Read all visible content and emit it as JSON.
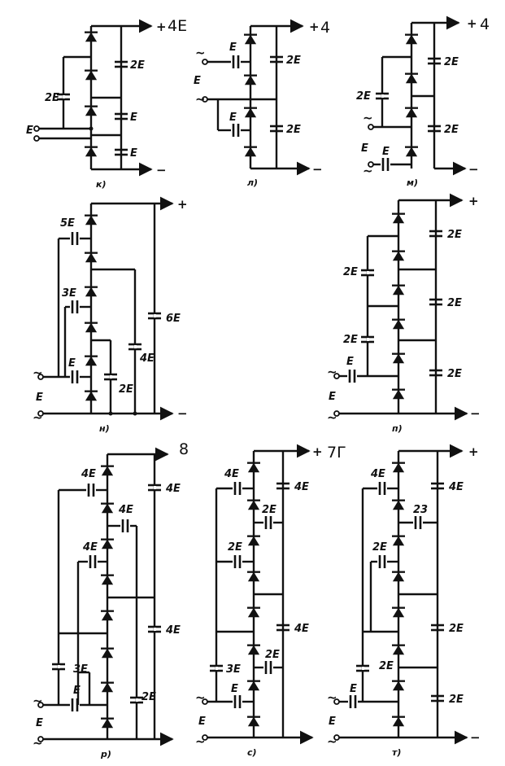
{
  "figure": {
    "plus": "+",
    "minus": "−",
    "ac": "~",
    "source": "E",
    "panels": {
      "k": {
        "caption": "к)",
        "out": "4Е",
        "caps": [
          "2E",
          "2E",
          "E",
          "E"
        ]
      },
      "l": {
        "caption": "л)",
        "out": "4",
        "caps": [
          "E",
          "2E",
          "E",
          "2E"
        ]
      },
      "m": {
        "caption": "м)",
        "out": "4",
        "caps": [
          "2E",
          "2E",
          "E",
          "2E"
        ]
      },
      "n": {
        "caption": "н)",
        "out": "",
        "caps": [
          "5E",
          "3E",
          "E",
          "6E",
          "4E",
          "2E"
        ]
      },
      "p": {
        "caption": "п)",
        "out": "",
        "caps": [
          "2E",
          "2E",
          "E",
          "2E",
          "2E",
          "2E"
        ]
      },
      "r": {
        "caption": "р)",
        "out": "8",
        "caps": [
          "4E",
          "4E",
          "4E",
          "4E",
          "4E",
          "3E",
          "E",
          "2E"
        ]
      },
      "s": {
        "caption": "с)",
        "out": "7Г",
        "caps": [
          "4E",
          "4E",
          "2E",
          "2E",
          "3E",
          "2E",
          "E",
          "4E"
        ]
      },
      "t": {
        "caption": "т)",
        "out": "",
        "caps": [
          "4E",
          "4Е",
          "23",
          "2E",
          "2E",
          "E",
          "2E",
          "2E"
        ]
      }
    }
  }
}
